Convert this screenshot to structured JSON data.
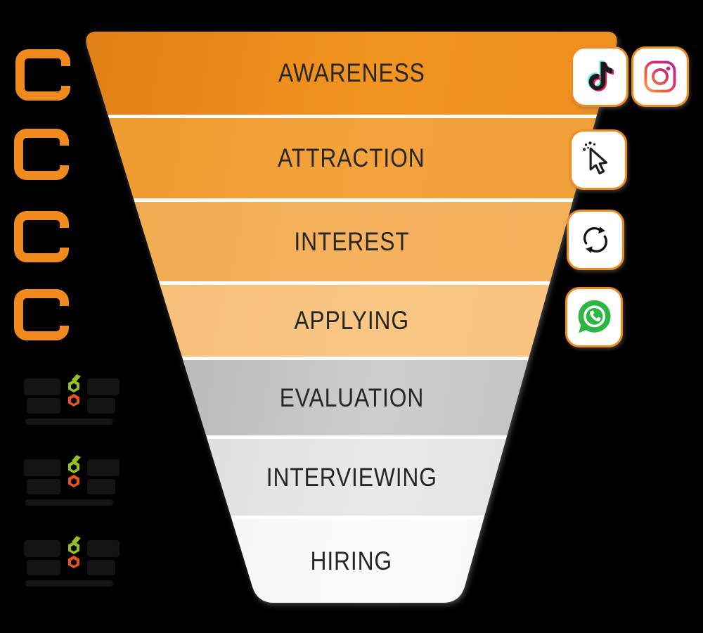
{
  "page": {
    "background": "#000000"
  },
  "funnel": {
    "title": "recruitment-funnel",
    "separator_color": "#ffffff",
    "label_color": "#262626",
    "stages": [
      {
        "label": "AWARENESS",
        "colors": [
          "#E07F15",
          "#F29420",
          "#EE8F1D"
        ]
      },
      {
        "label": "ATTRACTION",
        "colors": [
          "#ED9A2E",
          "#F4A33C",
          "#F09E38"
        ]
      },
      {
        "label": "INTEREST",
        "colors": [
          "#F0A94E",
          "#F6B35F",
          "#F3AE58"
        ]
      },
      {
        "label": "APPLYING",
        "colors": [
          "#F5BD74",
          "#F9C684",
          "#F7C27E"
        ]
      },
      {
        "label": "EVALUATION",
        "colors": [
          "#AFAFAF",
          "#CECECE",
          "#BCBCBC"
        ]
      },
      {
        "label": "INTERVIEWING",
        "colors": [
          "#D9D9D9",
          "#E9E9E9",
          "#E0E0E0"
        ]
      },
      {
        "label": "HIRING",
        "colors": [
          "#F2F2F2",
          "#FBFBFB",
          "#F6F6F6"
        ]
      }
    ]
  },
  "stage_icons": [
    {
      "stage": "AWARENESS",
      "icons": [
        "tiktok-icon",
        "instagram-icon"
      ]
    },
    {
      "stage": "ATTRACTION",
      "icons": [
        "cursor-click-icon"
      ]
    },
    {
      "stage": "INTEREST",
      "icons": [
        "refresh-cycle-icon"
      ]
    },
    {
      "stage": "APPLYING",
      "icons": [
        "whatsapp-icon"
      ]
    }
  ],
  "left_logos": {
    "bracket_logo": {
      "name": "orange-bracket-brand-logo",
      "color": "#F08A1E",
      "count": 4
    },
    "hexagon_logo": {
      "name": "green-orange-hexagon-brand-logo",
      "green": "#93C01F",
      "orange": "#E8541E",
      "count": 3
    }
  },
  "icon_colors": {
    "tile_border": "#F08A1E",
    "tile_background": "#ffffff",
    "tiktok_cyan": "#69E5E8",
    "tiktok_pink": "#EE1D52",
    "tiktok_black": "#1A1A1A",
    "instagram_gradient": [
      "#FED576",
      "#F47133",
      "#D62976",
      "#962FBF"
    ],
    "whatsapp_green": "#2BB741",
    "glyph_dark": "#1B1B1B"
  }
}
